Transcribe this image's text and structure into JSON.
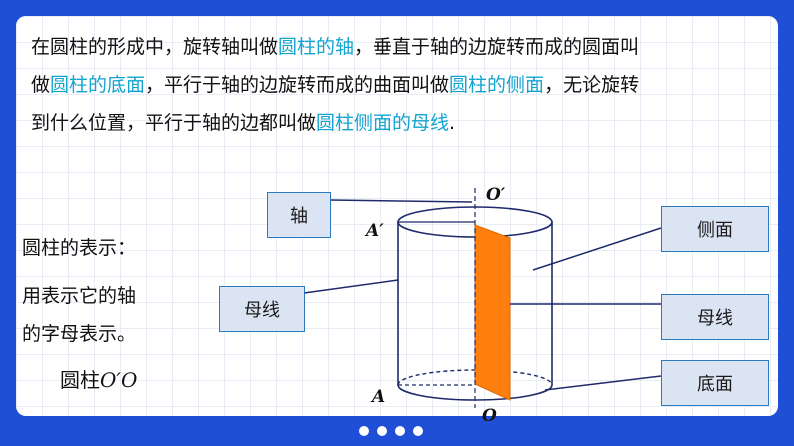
{
  "paragraph": {
    "p1": "在圆柱的形成中，旋转轴叫做",
    "h1": "圆柱的轴",
    "p2": "，垂直于轴的边旋转而成的圆面叫做",
    "h2": "圆柱的底面",
    "p3": "，平行于轴的边旋转而成的曲面叫做",
    "h3": "圆柱的侧面",
    "p4": "，无论旋转到什么位置，平行于轴的边都叫做",
    "h4": "圆柱侧面的母线",
    "p5": "."
  },
  "notation": {
    "title": "圆柱的表示：",
    "line1": "用表示它的轴",
    "line2": "的字母表示。",
    "example_prefix": "圆柱",
    "example_symbol": "O′O"
  },
  "figure": {
    "points": {
      "o_top": "O′",
      "a_top": "A′",
      "a_bottom": "A",
      "o_bottom": "O"
    },
    "labels": {
      "axis": "轴",
      "generatrix_left": "母线",
      "lateral": "侧面",
      "generatrix_right": "母线",
      "base": "底面"
    }
  },
  "colors": {
    "background": "#1f4fd6",
    "highlight": "#13a4cf",
    "section_fill": "#ff7f0e",
    "label_fill": "#dbe4f3",
    "label_border": "#2b7bbd"
  }
}
